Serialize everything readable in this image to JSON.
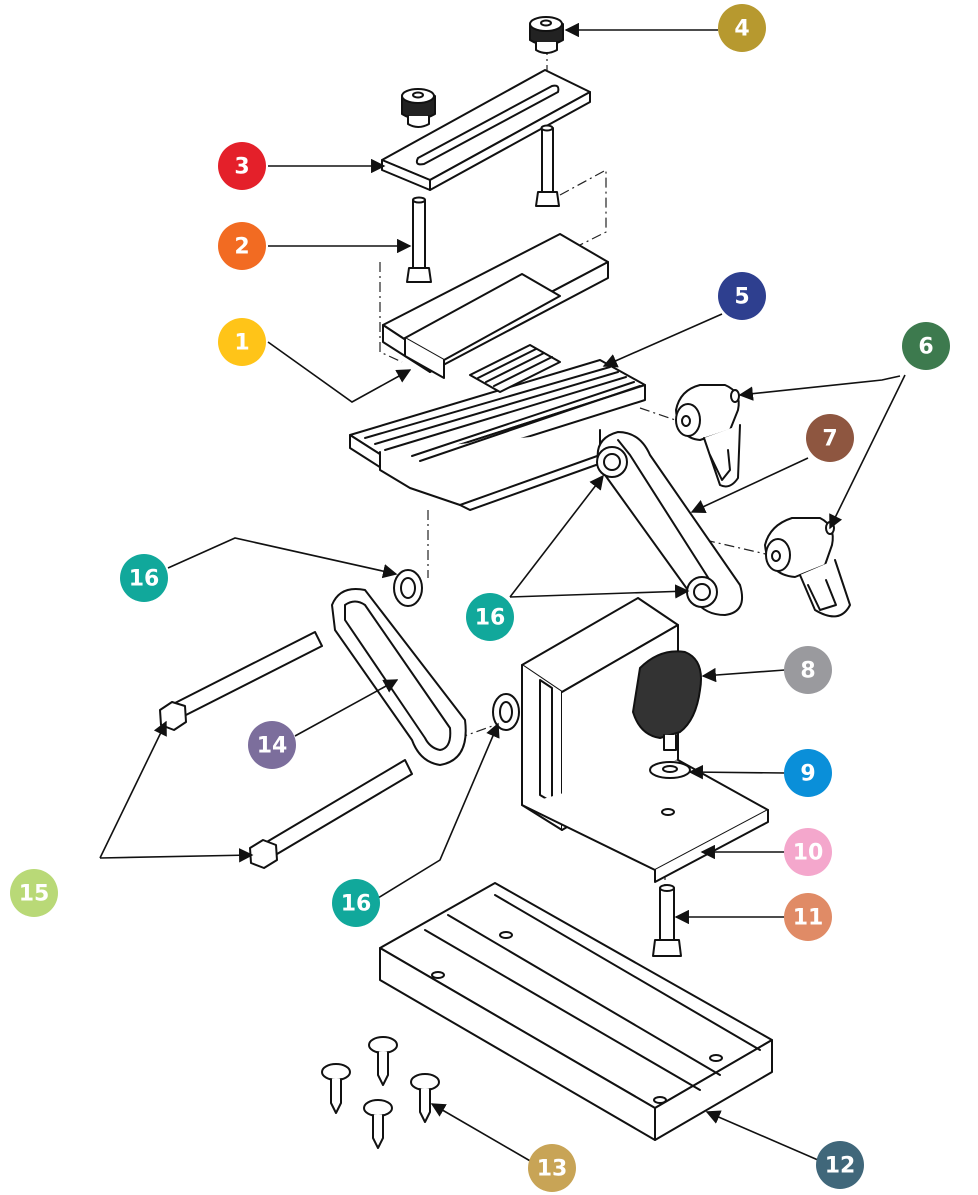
{
  "callouts": [
    {
      "num": "1",
      "color": "#FFC418"
    },
    {
      "num": "2",
      "color": "#F26B22"
    },
    {
      "num": "3",
      "color": "#E4202A"
    },
    {
      "num": "4",
      "color": "#B7992F"
    },
    {
      "num": "5",
      "color": "#2E3F8F"
    },
    {
      "num": "6",
      "color": "#3D7A4E"
    },
    {
      "num": "7",
      "color": "#8E5640"
    },
    {
      "num": "8",
      "color": "#9A9A9E"
    },
    {
      "num": "9",
      "color": "#0A8FD9"
    },
    {
      "num": "10",
      "color": "#F4A7CC"
    },
    {
      "num": "11",
      "color": "#E08B66"
    },
    {
      "num": "12",
      "color": "#40677A"
    },
    {
      "num": "13",
      "color": "#C8A456"
    },
    {
      "num": "14",
      "color": "#7C6E9C"
    },
    {
      "num": "15",
      "color": "#B9D977"
    },
    {
      "num": "16",
      "color": "#11A89B"
    },
    {
      "num": "16",
      "color": "#11A89B"
    },
    {
      "num": "16",
      "color": "#11A89B"
    }
  ]
}
